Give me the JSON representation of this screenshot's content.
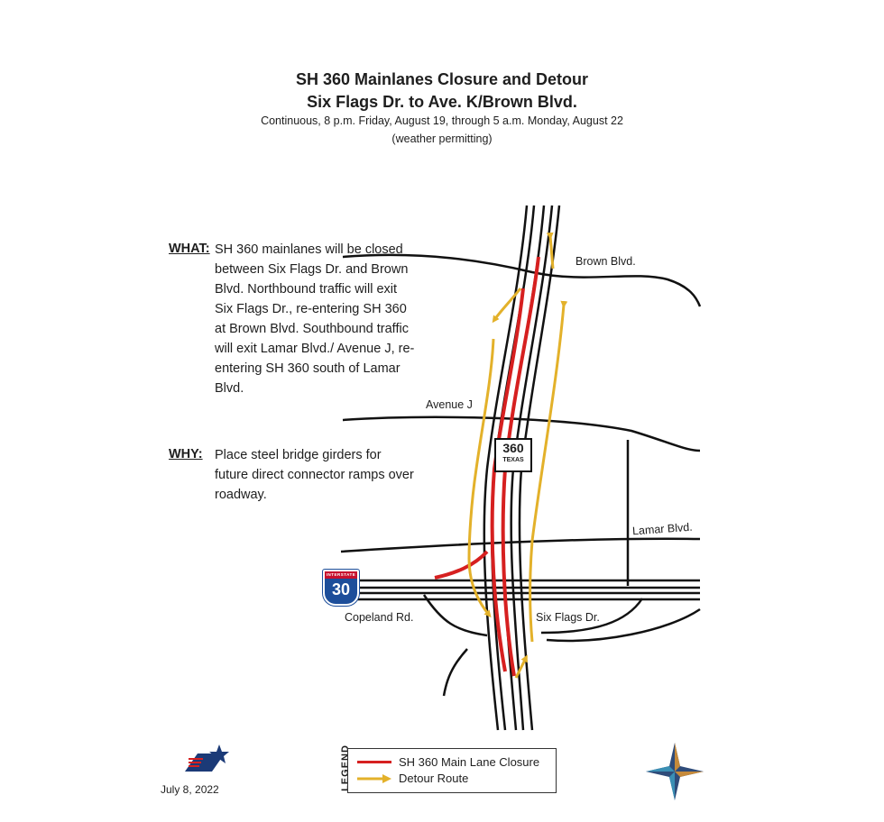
{
  "header": {
    "title_line1": "SH 360 Mainlanes Closure and Detour",
    "title_line2": "Six Flags Dr. to Ave. K/Brown Blvd.",
    "subtitle_line1": "Continuous, 8 p.m. Friday, August 19, through 5 a.m. Monday, August 22",
    "subtitle_line2": "(weather permitting)"
  },
  "info": {
    "what_label": "WHAT:",
    "what_text": "SH 360 mainlanes will be closed between Six Flags Dr. and Brown Blvd. Northbound traffic will exit Six Flags Dr., re-entering SH 360 at Brown Blvd. Southbound traffic will exit Lamar Blvd./ Avenue J, re-entering SH 360 south of Lamar Blvd.",
    "why_label": "WHY:",
    "why_text": "Place steel bridge girders for future direct connector ramps over roadway."
  },
  "map": {
    "roads": {
      "brown": "Brown Blvd.",
      "avenue_j": "Avenue J",
      "lamar": "Lamar Blvd.",
      "copeland": "Copeland Rd.",
      "six_flags": "Six Flags Dr."
    },
    "shield_360": {
      "number": "360",
      "state": "TEXAS"
    },
    "shield_i30": {
      "top": "INTERSTATE",
      "number": "30"
    }
  },
  "legend": {
    "title": "LEGEND",
    "closure": "SH 360 Main Lane Closure",
    "detour": "Detour Route",
    "closure_color": "#d62020",
    "detour_color": "#e3b12a"
  },
  "footer": {
    "date": "July 8, 2022",
    "txdot_logo": "Texas Department of Transportation",
    "compass_icon": "compass-star-icon"
  }
}
